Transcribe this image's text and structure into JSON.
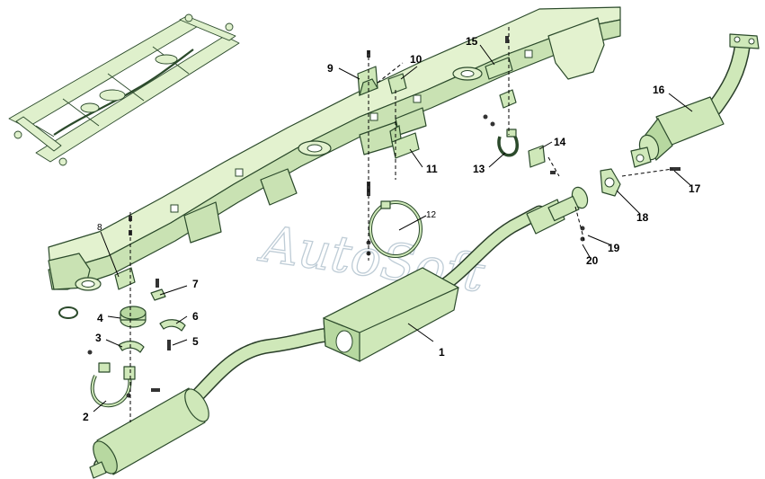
{
  "watermark": "AutoSoft",
  "callouts": [
    {
      "id": "1",
      "label": "1"
    },
    {
      "id": "2",
      "label": "2"
    },
    {
      "id": "3",
      "label": "3"
    },
    {
      "id": "4",
      "label": "4"
    },
    {
      "id": "5",
      "label": "5"
    },
    {
      "id": "6",
      "label": "6"
    },
    {
      "id": "7",
      "label": "7"
    },
    {
      "id": "8",
      "label": "8"
    },
    {
      "id": "9",
      "label": "9"
    },
    {
      "id": "10",
      "label": "10"
    },
    {
      "id": "11",
      "label": "11"
    },
    {
      "id": "12",
      "label": "12"
    },
    {
      "id": "13",
      "label": "13"
    },
    {
      "id": "14",
      "label": "14"
    },
    {
      "id": "15",
      "label": "15"
    },
    {
      "id": "16",
      "label": "16"
    },
    {
      "id": "17",
      "label": "17"
    },
    {
      "id": "18",
      "label": "18"
    },
    {
      "id": "19",
      "label": "19"
    },
    {
      "id": "20",
      "label": "20"
    }
  ],
  "colors": {
    "part_fill": "#cfe8b9",
    "frame_fill": "#e3f2cf",
    "outline": "#2b4a2b",
    "watermark": "#a9bcc9"
  }
}
